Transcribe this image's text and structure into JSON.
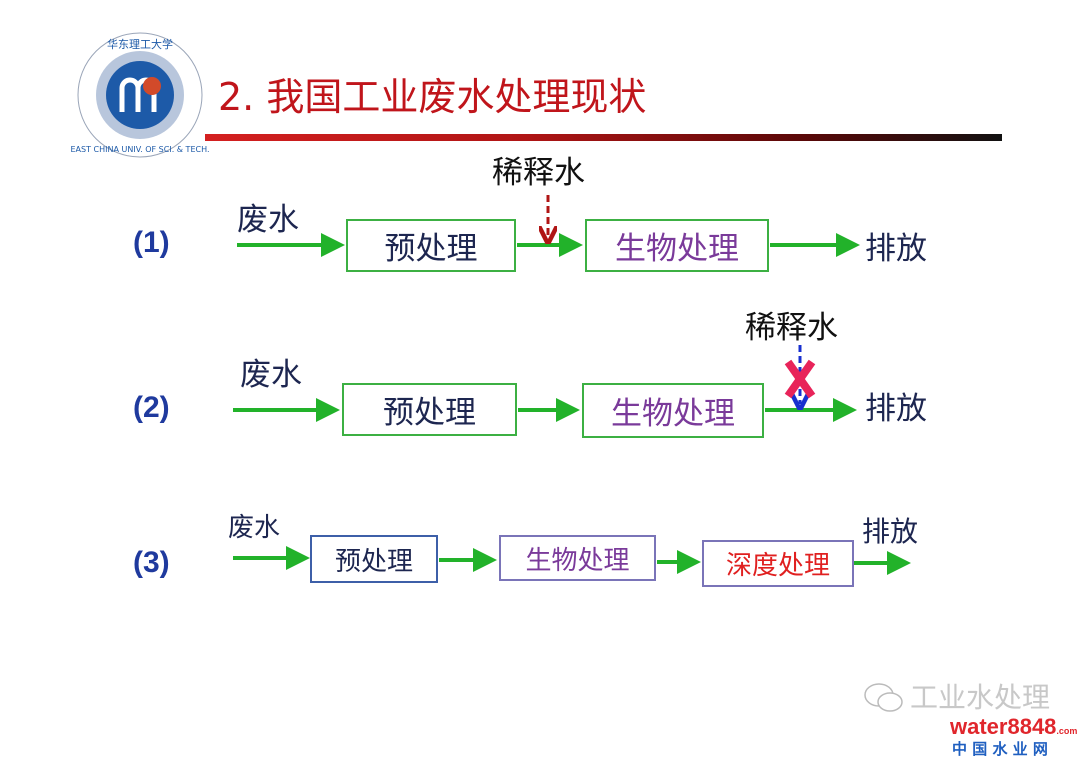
{
  "title": "2. 我国工业废水处理现状",
  "logo": {
    "text": "华东理工大学 EAST CHINA UNIVERSITY OF SCIENCE AND TECHNOLOGY"
  },
  "colors": {
    "title": "#c0151b",
    "arrow": "#22b22a",
    "box_border": "#3cb043",
    "row_label": "#1f3a9e",
    "bio_text": "#7a3a9a",
    "deep_text": "#e02020"
  },
  "rows": [
    {
      "label": "(1)",
      "input": "废水",
      "steps": [
        "预处理",
        "生物处理"
      ],
      "output": "排放",
      "dilution": "稀释水"
    },
    {
      "label": "(2)",
      "input": "废水",
      "steps": [
        "预处理",
        "生物处理"
      ],
      "output": "排放",
      "dilution": "稀释水"
    },
    {
      "label": "(3)",
      "input": "废水",
      "steps": [
        "预处理",
        "生物处理",
        "深度处理"
      ],
      "output": "排放"
    }
  ],
  "watermark": {
    "wechat": "工业水处理",
    "site": "water8848",
    "site_suffix": ".com",
    "site_cn": "中 国 水 业 网"
  }
}
